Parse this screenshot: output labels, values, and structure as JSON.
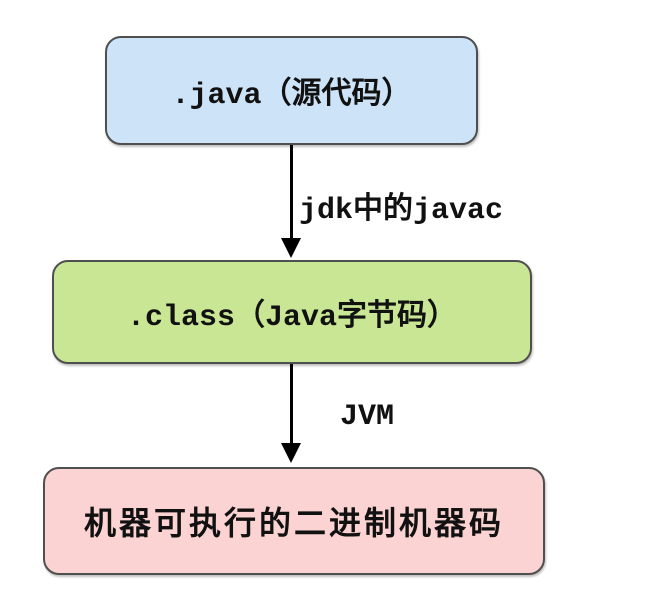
{
  "diagram": {
    "nodes": [
      {
        "id": "java-source",
        "label": ".java（源代码）",
        "fill": "#cde3f7"
      },
      {
        "id": "class-bytecode",
        "label": ".class（Java字节码）",
        "fill": "#c9e694"
      },
      {
        "id": "machine-code",
        "label": "机器可执行的二进制机器码",
        "fill": "#fbd3d2"
      }
    ],
    "arrows": [
      {
        "from": "java-source",
        "to": "class-bytecode",
        "label": "jdk中的javac"
      },
      {
        "from": "class-bytecode",
        "to": "machine-code",
        "label": "JVM"
      }
    ],
    "colors": {
      "background": "#ffffff",
      "node_border": "#4f4f4f",
      "arrow": "#000000",
      "text": "#111111"
    }
  }
}
